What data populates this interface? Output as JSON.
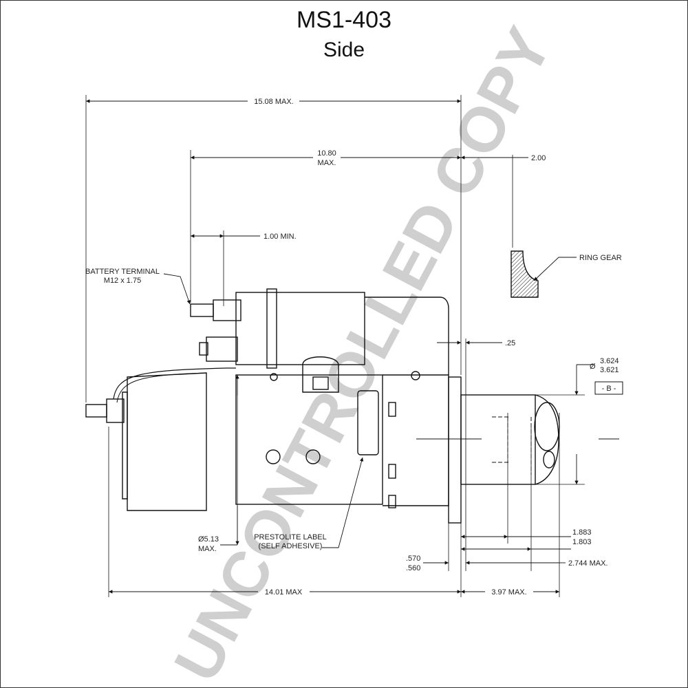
{
  "title": "MS1-403",
  "subtitle": "Side",
  "watermark": "UNCONTROLLED COPY",
  "dimensions": {
    "overall_max": "15.08 MAX.",
    "solenoid_max_a": "10.80",
    "solenoid_max_b": "MAX.",
    "ring_gear_offset": "2.00",
    "min_clearance": "1.00 MIN.",
    "battery_terminal_a": "BATTERY TERMINAL",
    "battery_terminal_b": "M12 x 1.75",
    "ring_gear": "RING GEAR",
    "flange_gap": ".25",
    "pilot_dia_hi": "3.624",
    "pilot_dia_lo": "3.621",
    "datum": "- B -",
    "body_dia_a": "Ø5.13",
    "body_dia_b": "MAX.",
    "label_a": "PRESTOLITE LABEL",
    "label_b": "(SELF ADHESIVE)",
    "flange_thk_hi": ".570",
    "flange_thk_lo": ".560",
    "pinion_hi": "1.883",
    "pinion_lo": "1.803",
    "pinion_max": "2.744 MAX.",
    "length_max": "14.01 MAX",
    "nose_max": "3.97 MAX."
  }
}
